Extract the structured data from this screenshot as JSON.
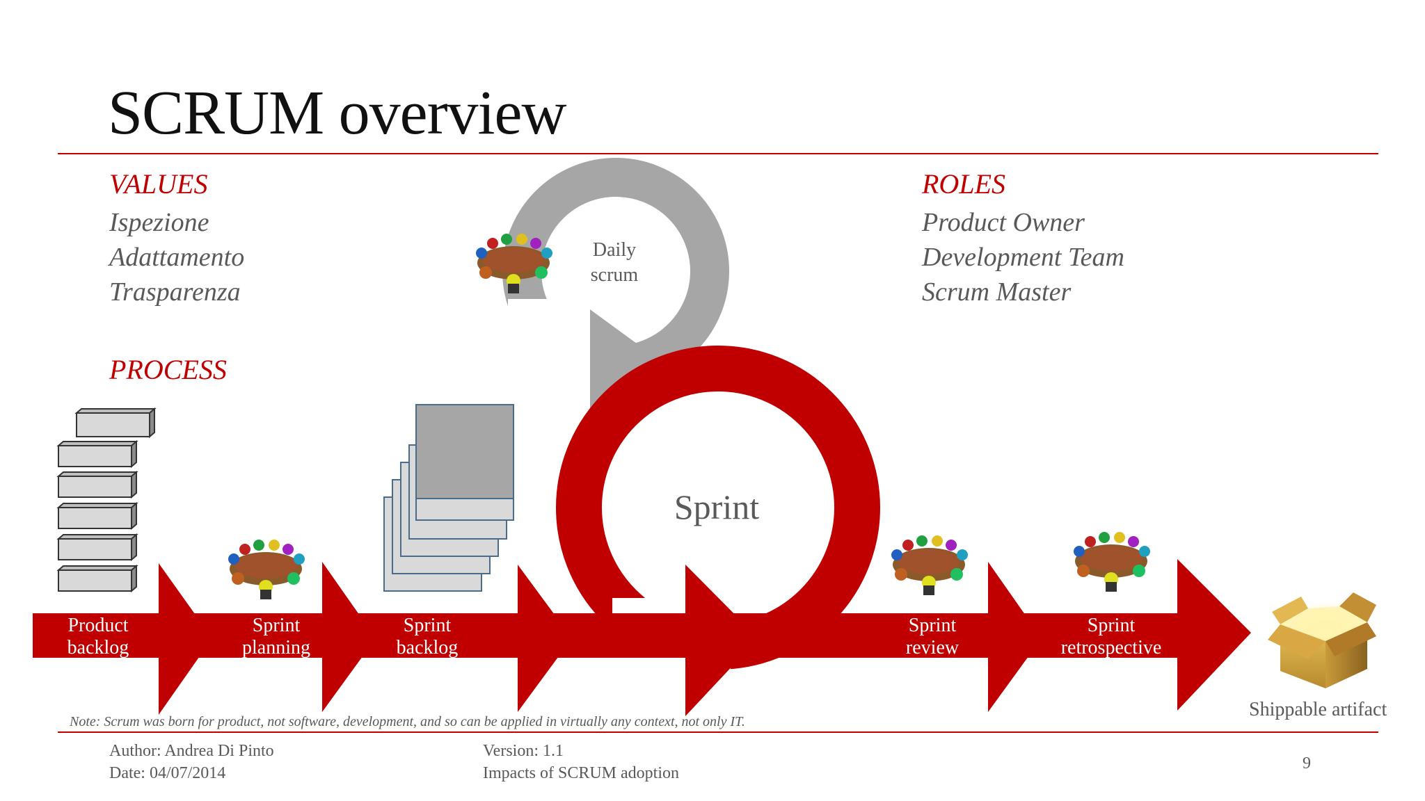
{
  "slide": {
    "title": "SCRUM overview",
    "values": {
      "heading": "VALUES",
      "items": [
        "Ispezione",
        "Adattamento",
        "Trasparenza"
      ]
    },
    "roles": {
      "heading": "ROLES",
      "items": [
        "Product Owner",
        "Development Team",
        "Scrum Master"
      ]
    },
    "process": {
      "heading": "PROCESS"
    },
    "daily_scrum": {
      "line1": "Daily",
      "line2": "scrum"
    },
    "sprint_label": "Sprint",
    "flow_steps": [
      {
        "line1": "Product",
        "line2": "backlog"
      },
      {
        "line1": "Sprint",
        "line2": "planning"
      },
      {
        "line1": "Sprint",
        "line2": "backlog"
      },
      {
        "line1": "Sprint",
        "line2": "review"
      },
      {
        "line1": "Sprint",
        "line2": "retrospective"
      }
    ],
    "shippable": "Shippable artifact",
    "note": "Note: Scrum was born for product, not software, development, and so can be applied in virtually any context, not only IT.",
    "footer": {
      "author": "Author: Andrea Di Pinto",
      "date": "Date: 04/07/2014",
      "version": "Version: 1.1",
      "subject": "Impacts of SCRUM adoption",
      "page": "9"
    },
    "colors": {
      "accent": "#c00000",
      "gray_loop": "#a6a6a6",
      "text_gray": "#595959"
    },
    "icons": [
      "meeting-table-icon",
      "backlog-stack-icon",
      "sprint-backlog-pages-icon",
      "open-box-icon"
    ]
  }
}
